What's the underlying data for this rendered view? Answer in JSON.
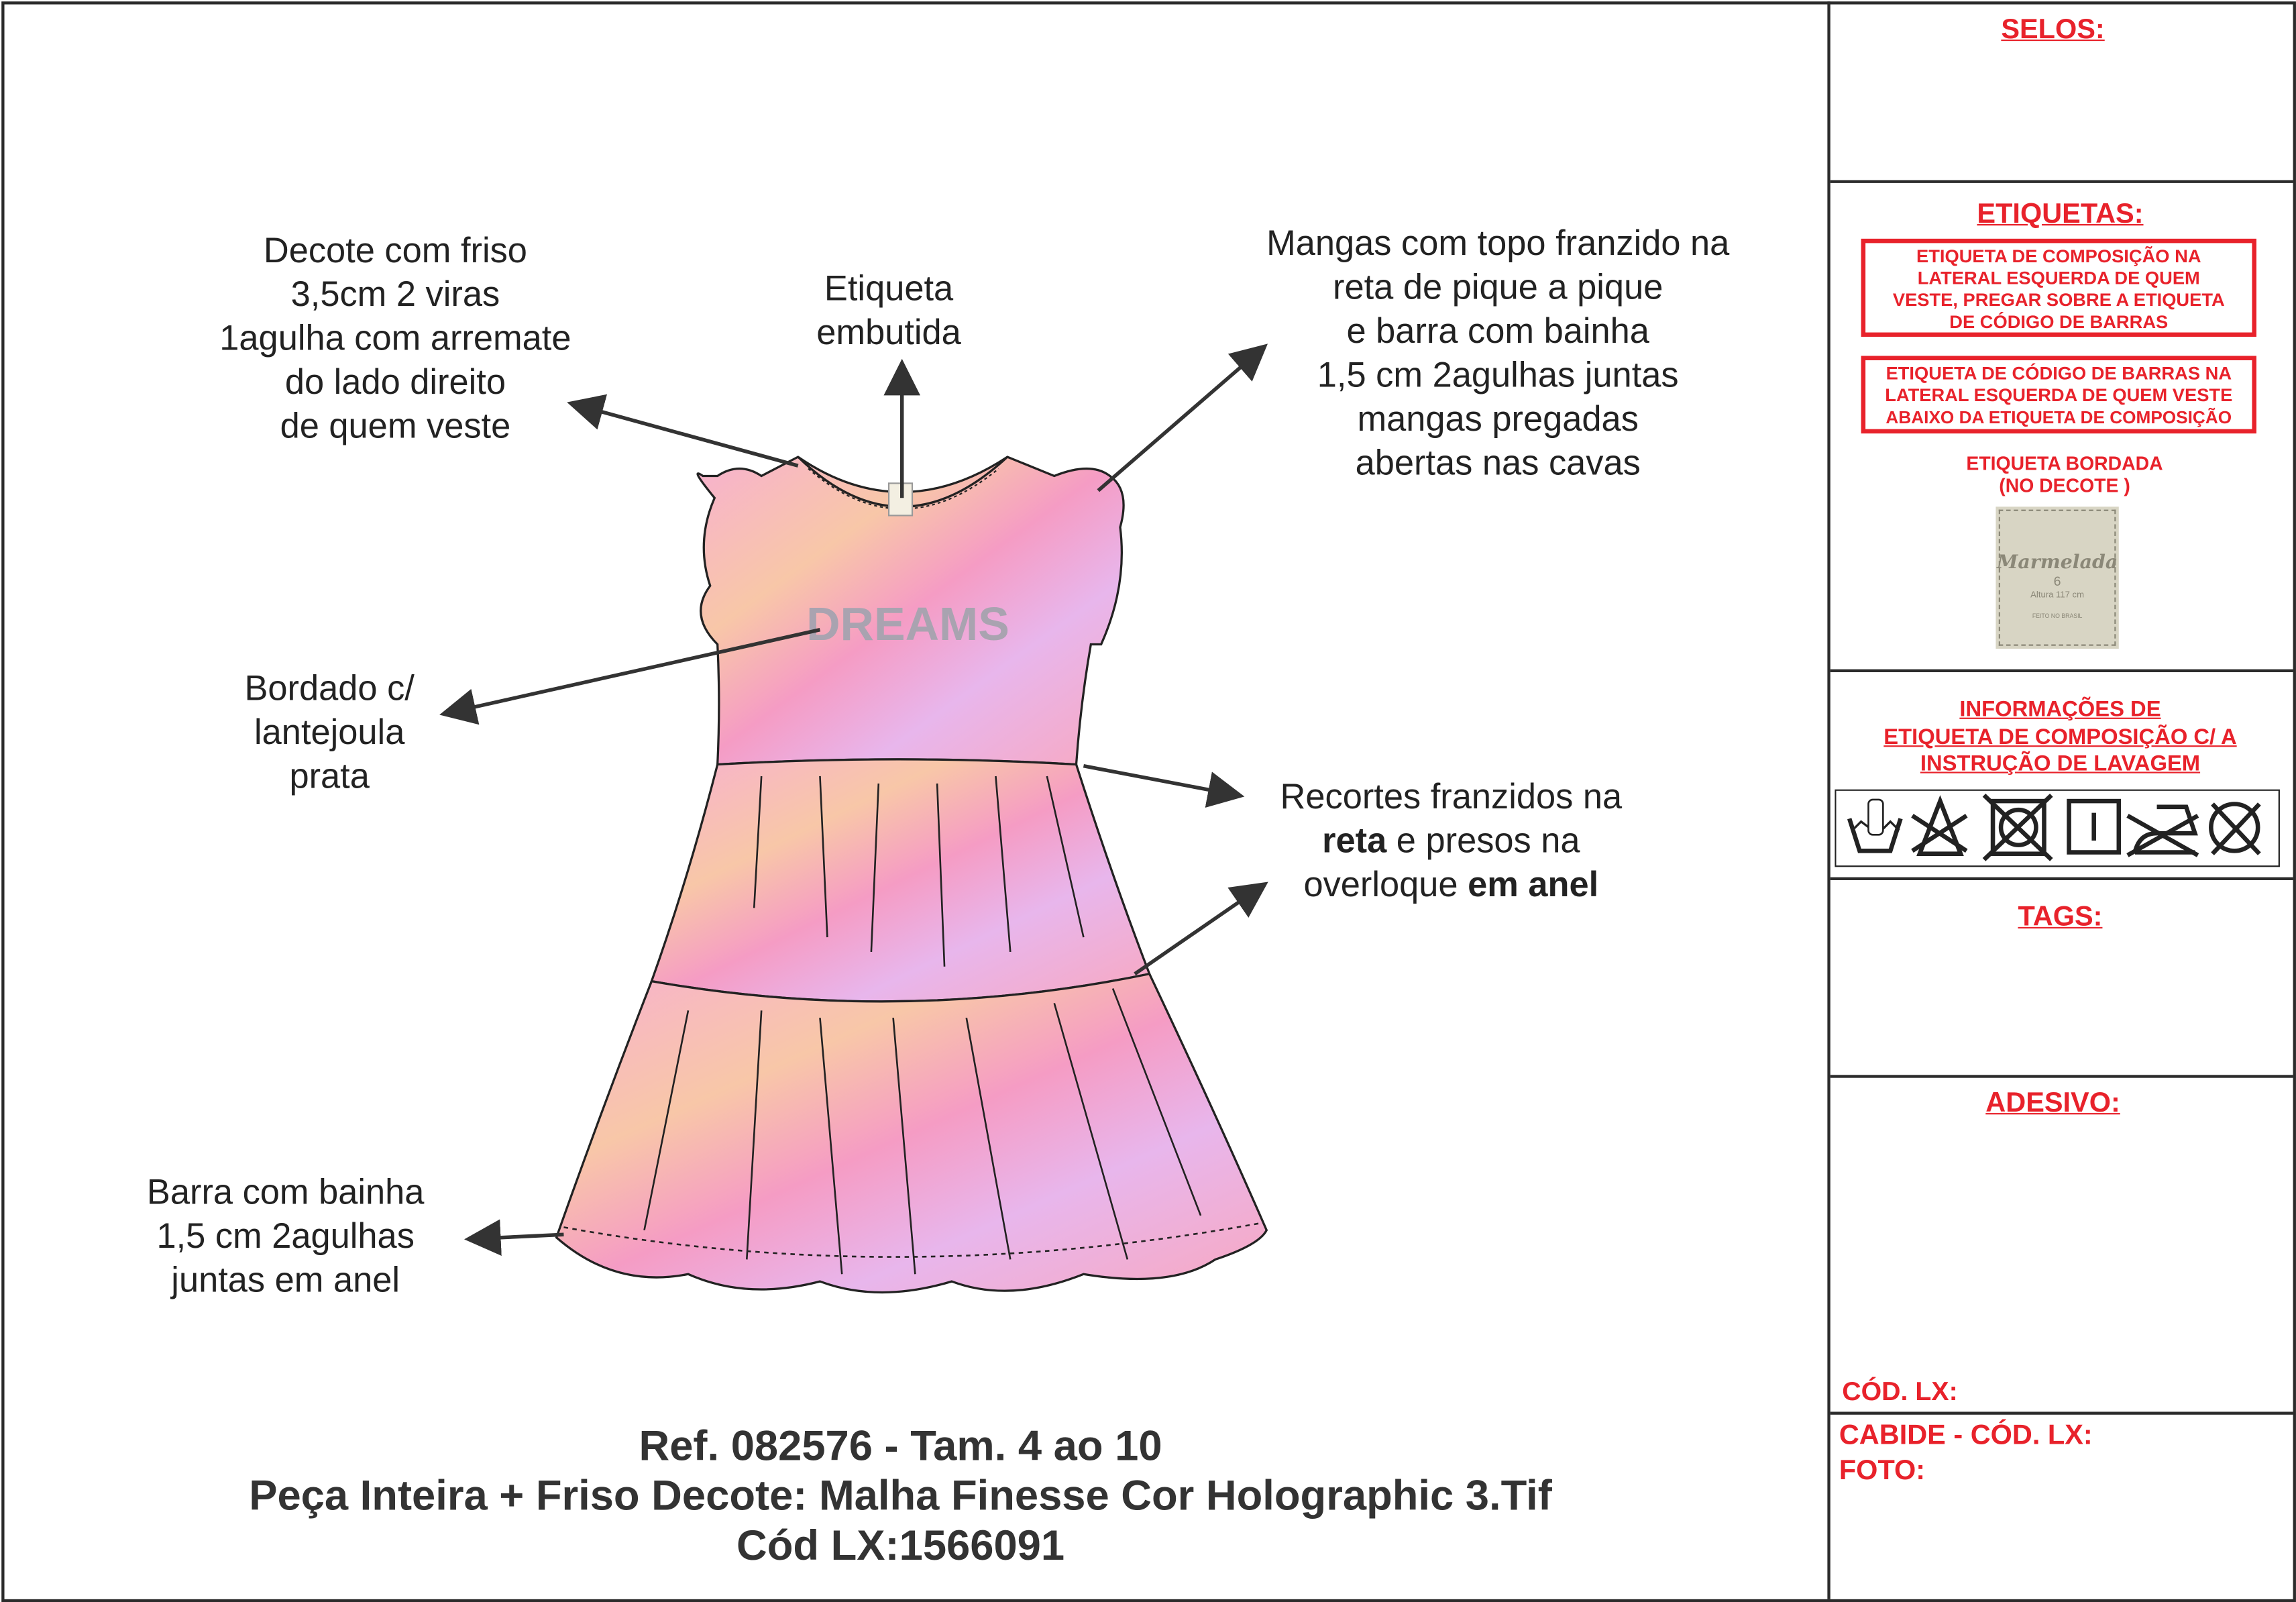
{
  "annotations": {
    "decote": [
      "Decote com friso",
      "3,5cm 2 viras",
      "1agulha com arremate",
      "do lado direito",
      "de quem veste"
    ],
    "etiqueta": [
      "Etiqueta",
      "embutida"
    ],
    "mangas": [
      "Mangas com topo franzido na",
      "reta de pique a pique",
      "e barra com bainha",
      "1,5 cm 2agulhas juntas",
      "mangas pregadas",
      "abertas nas cavas"
    ],
    "bordado": [
      "Bordado c/",
      "lantejoula",
      "prata"
    ],
    "recortes": {
      "line1": "Recortes franzidos na",
      "line2_bold": "reta",
      "line2_rest": " e presos na",
      "line3_rest": "overloque ",
      "line3_bold": "em anel"
    },
    "barra": [
      "Barra com bainha",
      "1,5 cm 2agulhas",
      "juntas em anel"
    ]
  },
  "dress": {
    "print_text": "DREAMS"
  },
  "footer": {
    "ref": "Ref. 082576 - Tam. 4 ao 10",
    "fabric": "Peça Inteira + Friso Decote: Malha Finesse Cor Holographic 3.Tif",
    "cod": "Cód LX:1566091"
  },
  "panel": {
    "selos": "SELOS:",
    "etiquetas": "ETIQUETAS:",
    "box1": [
      "ETIQUETA DE COMPOSIÇÃO NA",
      "LATERAL ESQUERDA DE QUEM",
      "VESTE, PREGAR SOBRE A ETIQUETA",
      "DE CÓDIGO DE BARRAS"
    ],
    "box2": [
      "ETIQUETA DE CÓDIGO DE BARRAS NA",
      "LATERAL ESQUERDA DE QUEM VESTE",
      "ABAIXO DA ETIQUETA DE COMPOSIÇÃO"
    ],
    "bordada": [
      "ETIQUETA BORDADA",
      "(NO DECOTE )"
    ],
    "label": {
      "brand": "Marmelada",
      "size": "6",
      "height": "Altura 117 cm",
      "made": "FEITO NO BRASIL"
    },
    "info": [
      "INFORMAÇÕES DE",
      "ETIQUETA DE COMPOSIÇÃO C/ A",
      "INSTRUÇÃO DE LAVAGEM"
    ],
    "care_icons": [
      "hand-wash-icon",
      "do-not-bleach-icon",
      "do-not-tumble-dry-icon",
      "line-dry-icon",
      "do-not-iron-icon",
      "do-not-dry-clean-icon"
    ],
    "tags": "TAGS:",
    "adesivo": "ADESIVO:",
    "cod_lx": "CÓD. LX:",
    "cabide": "CABIDE - CÓD. LX:",
    "foto": "FOTO:"
  },
  "colors": {
    "accent": "#e8222b",
    "line": "#2b2b2b",
    "dress_pink": "#f4a6c8"
  }
}
